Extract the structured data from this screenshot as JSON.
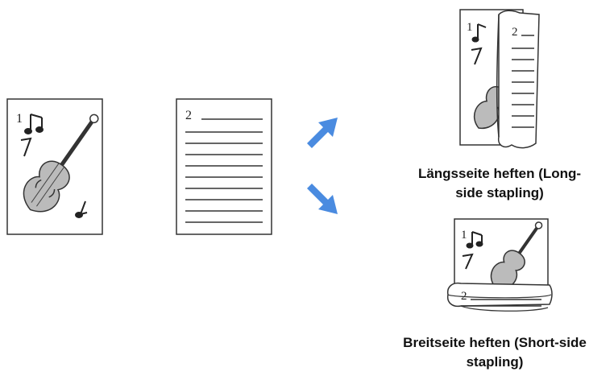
{
  "pages": {
    "page1_number": "1",
    "page2_number": "2"
  },
  "long_side": {
    "caption_line1": "Längsseite heften (Long-",
    "caption_line2": "side stapling)",
    "page1_number": "1",
    "page2_number": "2"
  },
  "short_side": {
    "caption_line1": "Breitseite heften (Short-side",
    "caption_line2": "stapling)",
    "page1_number": "1",
    "page2_number": "2"
  },
  "colors": {
    "arrow": "#4a8be0",
    "outline": "#333333"
  },
  "icons": [
    "violin-icon",
    "music-note-icon",
    "arrow-up-right-icon",
    "arrow-down-right-icon"
  ]
}
